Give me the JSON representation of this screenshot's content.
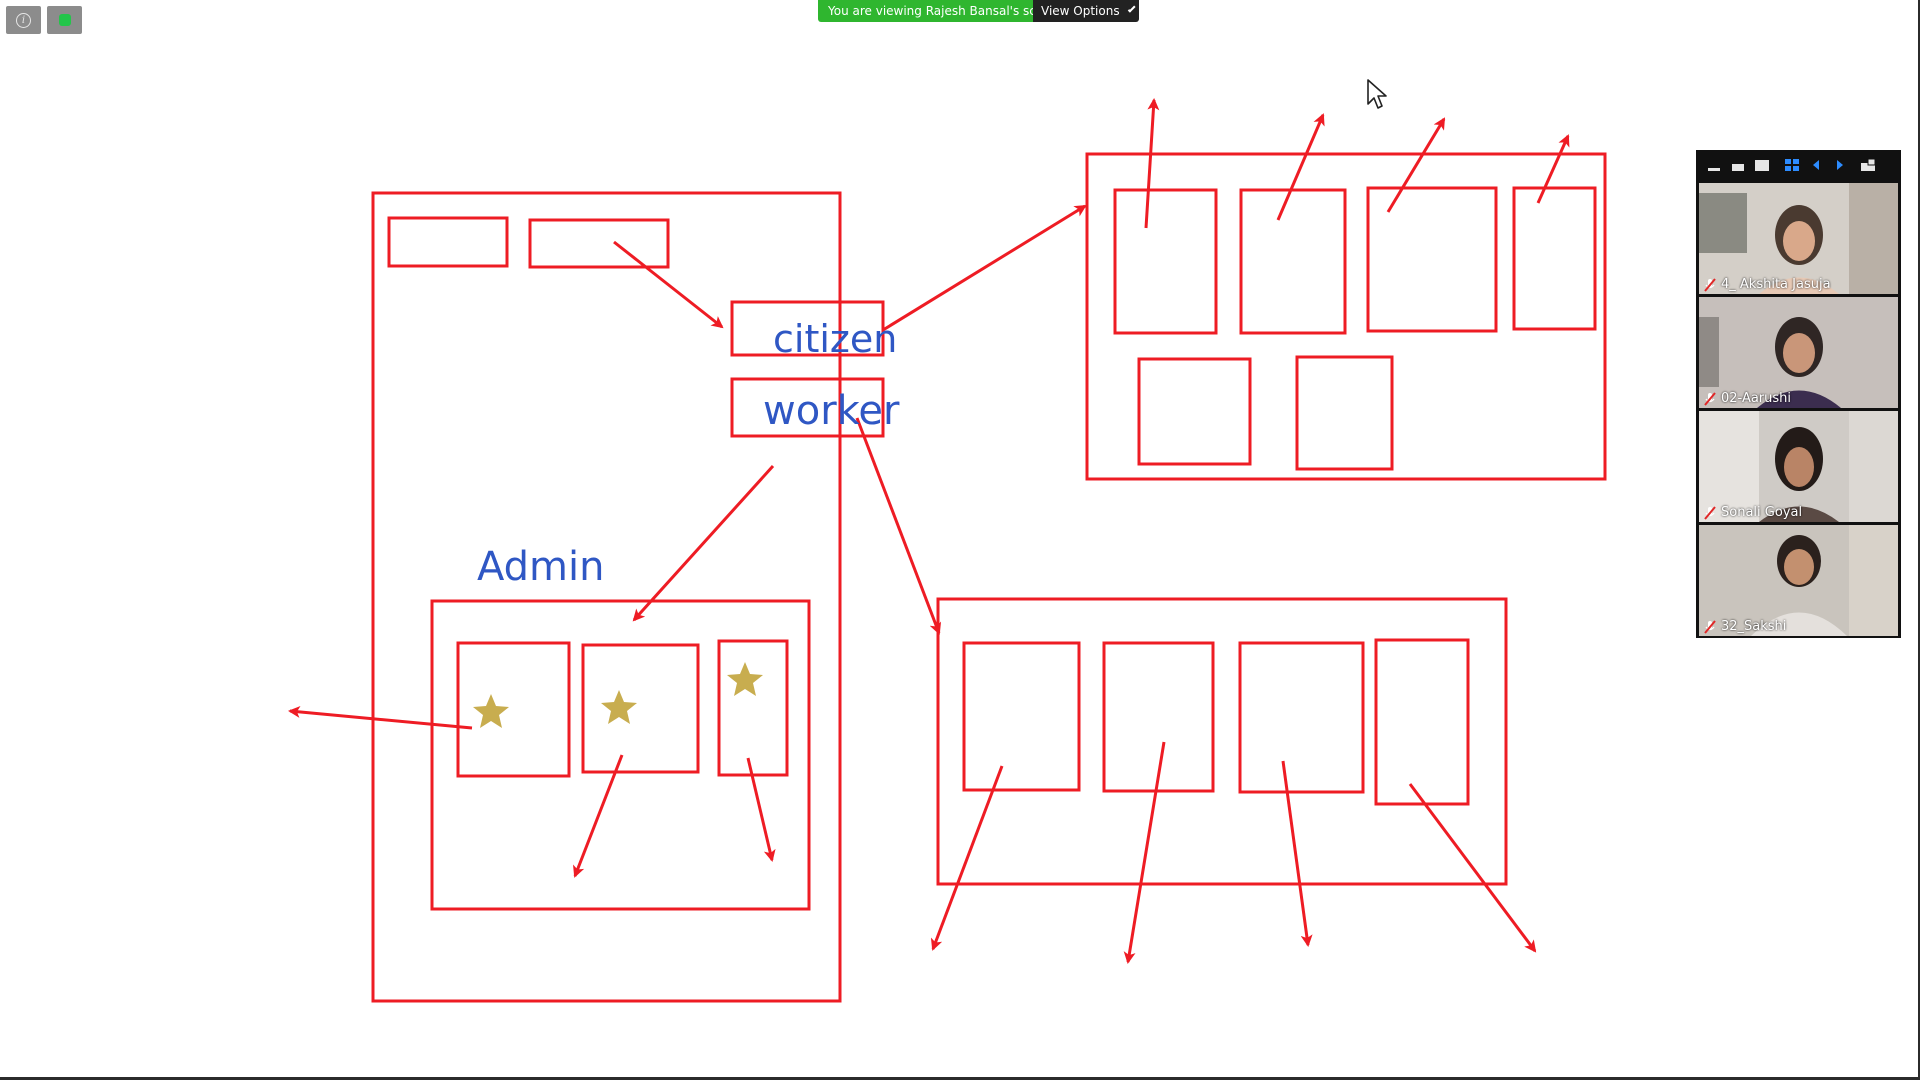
{
  "banner": {
    "viewing_text": "You are viewing Rajesh Bansal's screen",
    "view_options_label": "View Options"
  },
  "top_left": {
    "info_icon": "info-icon",
    "security_icon": "shield-icon"
  },
  "whiteboard": {
    "labels": {
      "citizen": "citizen",
      "worker": "worker",
      "admin": "Admin"
    },
    "colors": {
      "stroke": "#ee1c24",
      "label": "#2f57c4",
      "star": "#c8ad4f"
    }
  },
  "gallery": {
    "toolbar_icons": [
      "minimize-icon",
      "hide-video-icon",
      "speaker-view-icon",
      "gallery-view-icon",
      "prev-page-icon",
      "next-page-icon",
      "exit-fullscreen-icon"
    ],
    "participants": [
      {
        "name": "4_ Akshita Jasuja",
        "muted": true
      },
      {
        "name": "02-Aarushi",
        "muted": true
      },
      {
        "name": "Sonali Goyal",
        "muted": true
      },
      {
        "name": "32_Sakshi",
        "muted": true
      }
    ]
  }
}
